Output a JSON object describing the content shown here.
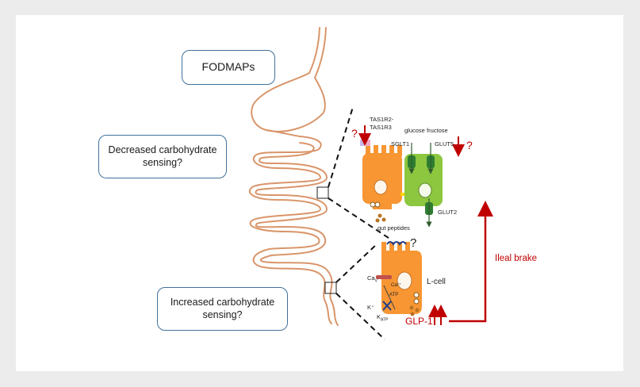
{
  "boxes": {
    "fodmaps": "FODMAPs",
    "decreased": "Decreased carbohydrate\nsensing?",
    "increased": "Increased carbohydrate\nsensing?"
  },
  "upper_cell": {
    "question": "?",
    "receptor_label_1": "TAS1R2-",
    "receptor_label_2": "TAS1R3",
    "glucose": "glucose",
    "fructose": "fructose",
    "sglt1": "SGLT1",
    "glut5": "GLUT5",
    "glut5_question": "?",
    "glut2": "GLUT2",
    "gut_peptides": "gut peptides"
  },
  "lower_cell": {
    "question": "?",
    "lcell": "L-cell",
    "ca_v": "Ca",
    "ca_v_sub": "V",
    "ca_inner": "Ca²⁺",
    "atp": "ATP",
    "k_plus": "K⁺",
    "k_atp": "K",
    "k_atp_sub": "ATP",
    "glp1": "GLP-1",
    "ileal_brake": "Ileal brake"
  },
  "colors": {
    "box_border": "#41719c",
    "cell_orange": "#f79633",
    "cell_green": "#8dc63f",
    "arrow_red": "#c00000",
    "gut": "#d9956a"
  }
}
